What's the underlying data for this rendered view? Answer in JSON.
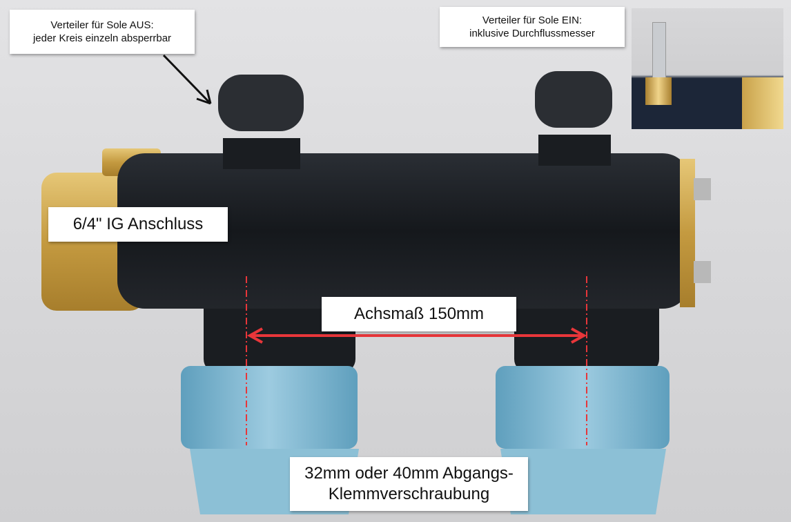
{
  "annotations": {
    "sole_aus": {
      "line1": "Verteiler für Sole AUS:",
      "line2": "jeder Kreis einzeln absperrbar"
    },
    "sole_ein": {
      "line1": "Verteiler für Sole EIN:",
      "line2": "inklusive Durchflussmesser"
    },
    "connection": "6/4\" IG Anschluss",
    "axis_distance": "Achsmaß 150mm",
    "outlet": {
      "line1": "32mm oder 40mm Abgangs-",
      "line2": "Klemmverschraubung"
    }
  },
  "colors": {
    "pipe": "#1c1f24",
    "brass": "#c9a24a",
    "blue": "#7fb6cf",
    "red": "#e8363a"
  }
}
